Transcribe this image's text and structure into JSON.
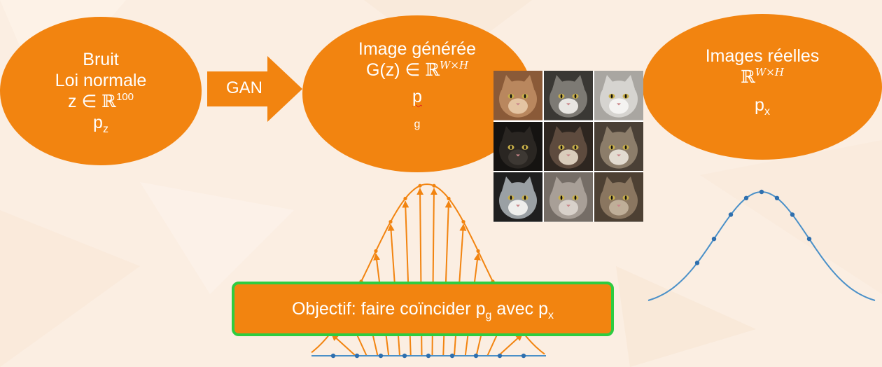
{
  "colors": {
    "background": "#fbeee2",
    "orange": "#f28410",
    "green_border": "#2ecc40",
    "blue_curve": "#4a90c8",
    "blue_point": "#2e6fae"
  },
  "bruit": {
    "line1": "Bruit",
    "line2": "Loi normale",
    "z_prefix": "z ∈ ",
    "real": "ℝ",
    "exponent": "100",
    "p": "p",
    "p_sub": "z"
  },
  "arrow": {
    "label": "GAN"
  },
  "generee": {
    "line1": "Image générée",
    "g_prefix": "G(z) ∈ ",
    "real": "ℝ",
    "exponent": "W×H",
    "p": "p",
    "p_sub": "g"
  },
  "reelles": {
    "line1": "Images réelles",
    "real": "ℝ",
    "exponent": "W×H",
    "p": "p",
    "p_sub": "x"
  },
  "cats": {
    "icons": [
      "ginger-cat-face",
      "tabby-white-cat-face",
      "white-cat-face",
      "black-cat-face",
      "siamese-cat-face",
      "calico-cat-face",
      "black-white-cat-face",
      "fluffy-grey-cat-face",
      "brown-tabby-cat-face"
    ],
    "tile_colors": [
      [
        "#b9875e",
        "#e4c4a2",
        "#8a5a38"
      ],
      [
        "#7d7a74",
        "#e8e6e2",
        "#3a3834"
      ],
      [
        "#d6d4d0",
        "#f4f3f1",
        "#a9a6a1"
      ],
      [
        "#2a2622",
        "#3d3833",
        "#151311"
      ],
      [
        "#5e4b3e",
        "#d9ccbb",
        "#2e2620"
      ],
      [
        "#8c7d6a",
        "#e2dbd0",
        "#4a4036"
      ],
      [
        "#9aa0a4",
        "#eeeeec",
        "#1f1f1f"
      ],
      [
        "#a89f97",
        "#d8d1ca",
        "#756d66"
      ],
      [
        "#8a7660",
        "#bfae98",
        "#4d4033"
      ]
    ]
  },
  "objectif": {
    "prefix": "Objectif: faire coïncider ",
    "p1": "p",
    "p1_sub": "g",
    "mid": " avec ",
    "p2": "p",
    "p2_sub": "x"
  }
}
